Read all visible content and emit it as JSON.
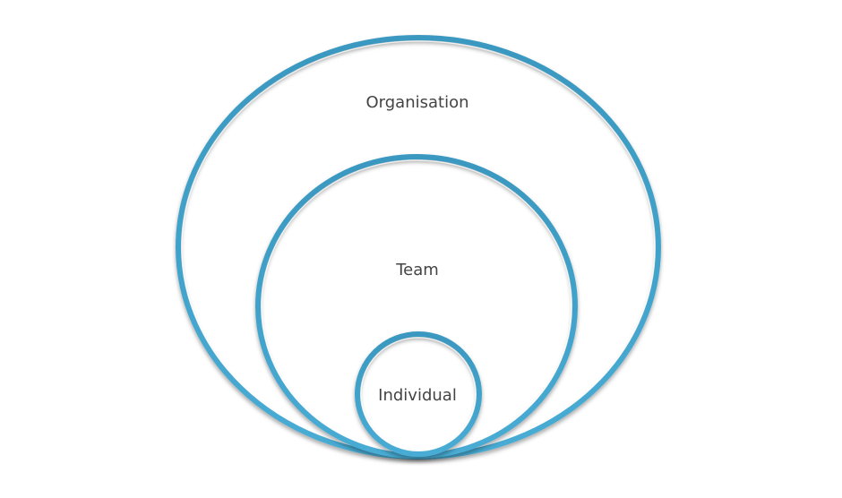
{
  "diagram": {
    "type": "nested-circles",
    "ring_color": "#3a9cc4",
    "ring_color_light": "#4aaed3",
    "levels": [
      {
        "id": "organisation",
        "label": "Organisation"
      },
      {
        "id": "team",
        "label": "Team"
      },
      {
        "id": "individual",
        "label": "Individual"
      }
    ]
  }
}
